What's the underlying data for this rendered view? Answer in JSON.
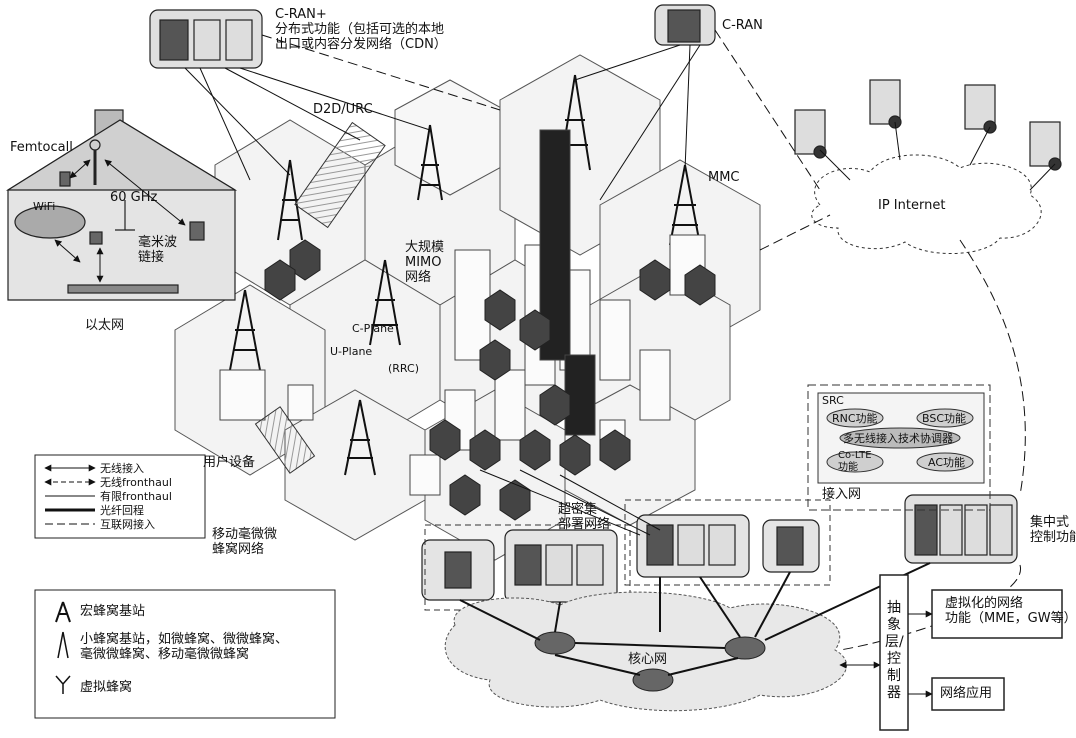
{
  "labels": {
    "cran_plus": "C-RAN+",
    "cran_plus_desc": "分布式功能（包括可选的本地\n出口或内容分发网络（CDN）",
    "cran": "C-RAN",
    "d2d": "D2D/URC",
    "femtocell": "Femtocall",
    "wifi": "WiFi",
    "ghz": "60 GHz",
    "mmwave_link": "毫米波\n链接",
    "ethernet": "以太网",
    "mmc": "MMC",
    "ip_internet": "IP Internet",
    "massive_mimo": "大规模\nMIMO\n网络",
    "u_plane": "U-Plane",
    "c_plane": "C-Plane",
    "rrc": "(RRC)",
    "user_equipment": "用户设备",
    "mm_micro": "移动毫微微\n蜂窝网络",
    "ultra_dense": "超密集\n部署网络",
    "core_network": "核心网",
    "central_control": "集中式\n控制功能",
    "access_network": "接入网"
  },
  "src": {
    "title": "SRC",
    "rnc": "RNC功能",
    "bsc": "BSC功能",
    "coordinator": "多无线接入技术协调器",
    "co_lte": "Co-LTE\n功能",
    "ac": "AC功能"
  },
  "legend_lines": [
    {
      "label": "无线接入",
      "style": "double-arrow"
    },
    {
      "label": "无线fronthaul",
      "style": "dashed-double-arrow"
    },
    {
      "label": "有限fronthaul",
      "style": "thin"
    },
    {
      "label": "光纤回程",
      "style": "thick"
    },
    {
      "label": "互联网接入",
      "style": "dashed"
    }
  ],
  "legend_icons": [
    {
      "label": "宏蜂窝基站",
      "icon": "macro-tower-icon"
    },
    {
      "label": "小蜂窝基站，如微蜂窝、微微蜂窝、\n毫微微蜂窝、移动毫微微蜂窝",
      "icon": "small-cell-icon"
    },
    {
      "label": "虚拟蜂窝",
      "icon": "virtual-cell-icon"
    }
  ],
  "right_panel": {
    "abstraction": "抽象层/控制器",
    "virtualized": "虚拟化的网络\n功能（MME，GW等）",
    "apps": "网络应用"
  }
}
